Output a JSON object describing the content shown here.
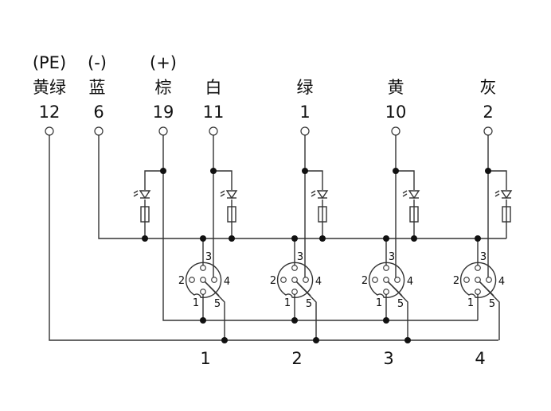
{
  "terminals": [
    {
      "polarity": "(PE)",
      "color": "黄绿",
      "number": "12"
    },
    {
      "polarity": "(-)",
      "color": "蓝",
      "number": "6"
    },
    {
      "polarity": "(+)",
      "color": "棕",
      "number": "19"
    },
    {
      "polarity": "",
      "color": "白",
      "number": "11"
    },
    {
      "polarity": "",
      "color": "绿",
      "number": "1"
    },
    {
      "polarity": "",
      "color": "黄",
      "number": "10"
    },
    {
      "polarity": "",
      "color": "灰",
      "number": "2"
    }
  ],
  "connector_pins": [
    "1",
    "2",
    "3",
    "4",
    "5"
  ],
  "ports": [
    "1",
    "2",
    "3",
    "4"
  ]
}
